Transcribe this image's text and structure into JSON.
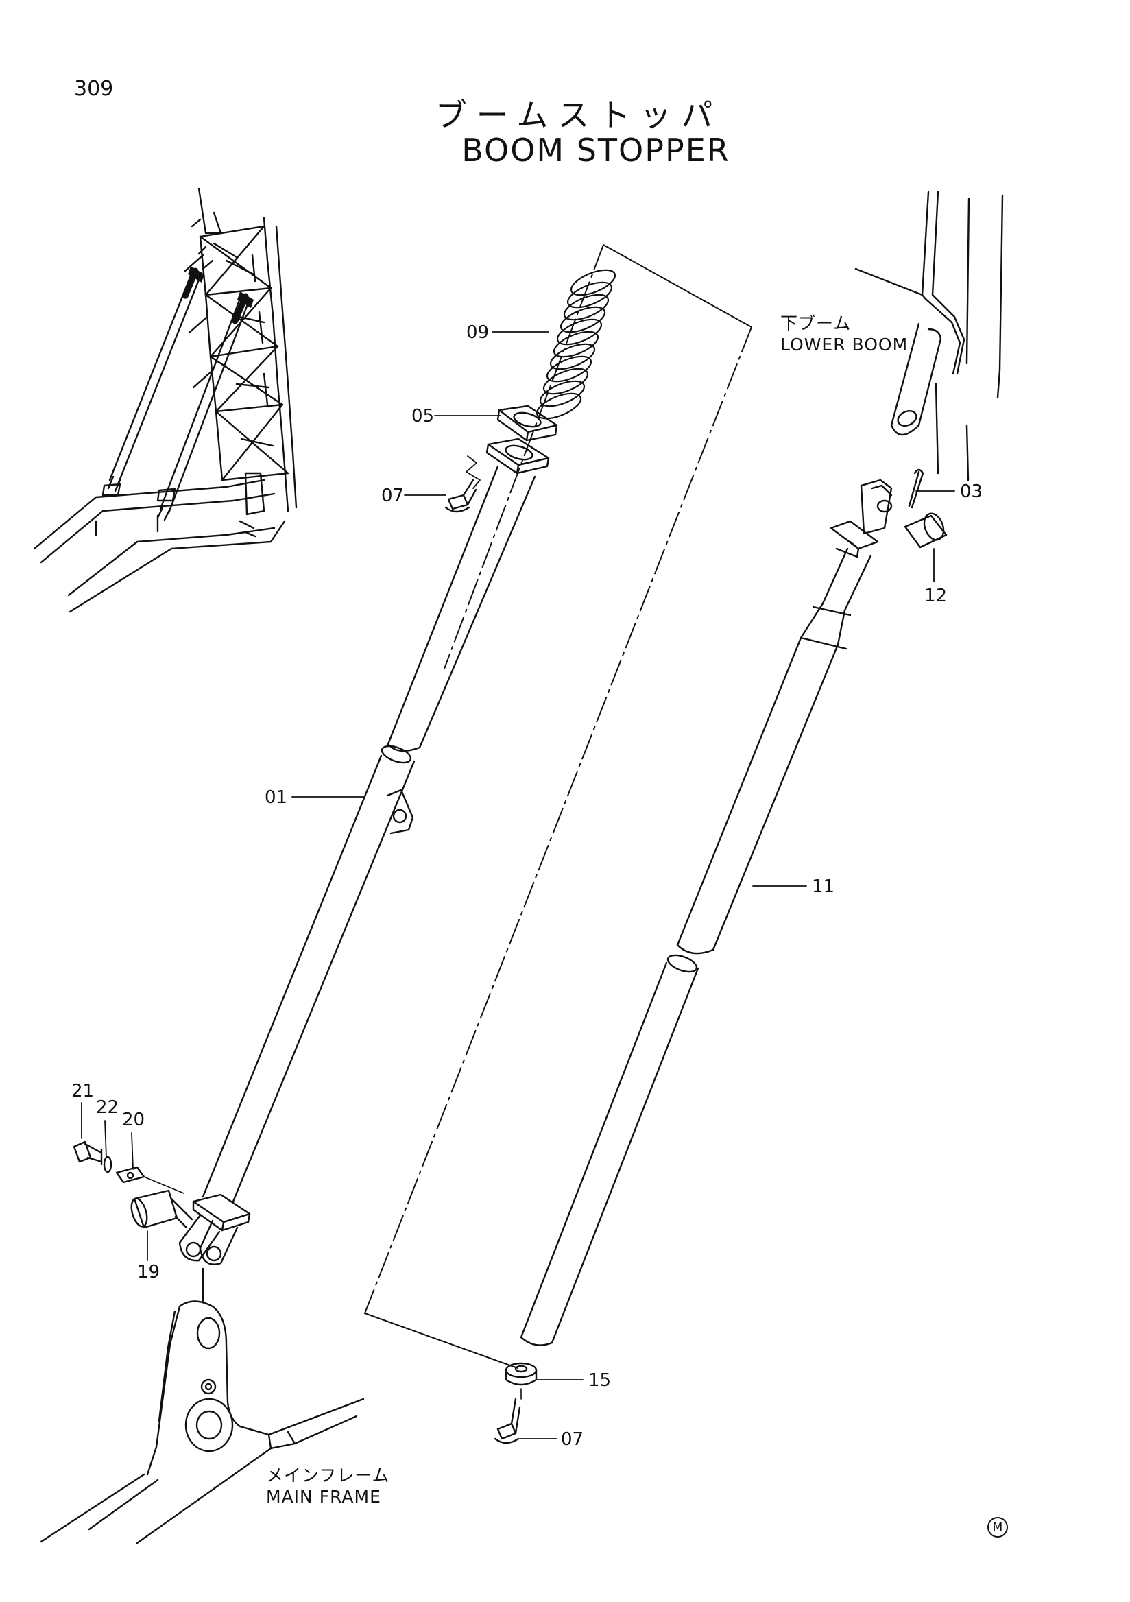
{
  "page": {
    "number": "309"
  },
  "title": {
    "jp": "ブームストッパ",
    "en": "BOOM STOPPER"
  },
  "references": {
    "lower_boom": {
      "jp": "下ブーム",
      "en": "LOWER BOOM"
    },
    "main_frame": {
      "jp": "メインフレーム",
      "en": "MAIN FRAME"
    }
  },
  "callouts": {
    "p01": "01",
    "p03": "03",
    "p05": "05",
    "p07a": "07",
    "p07b": "07",
    "p09": "09",
    "p11": "11",
    "p12": "12",
    "p15": "15",
    "p19": "19",
    "p20": "20",
    "p21": "21",
    "p22": "22"
  },
  "mark": "M"
}
